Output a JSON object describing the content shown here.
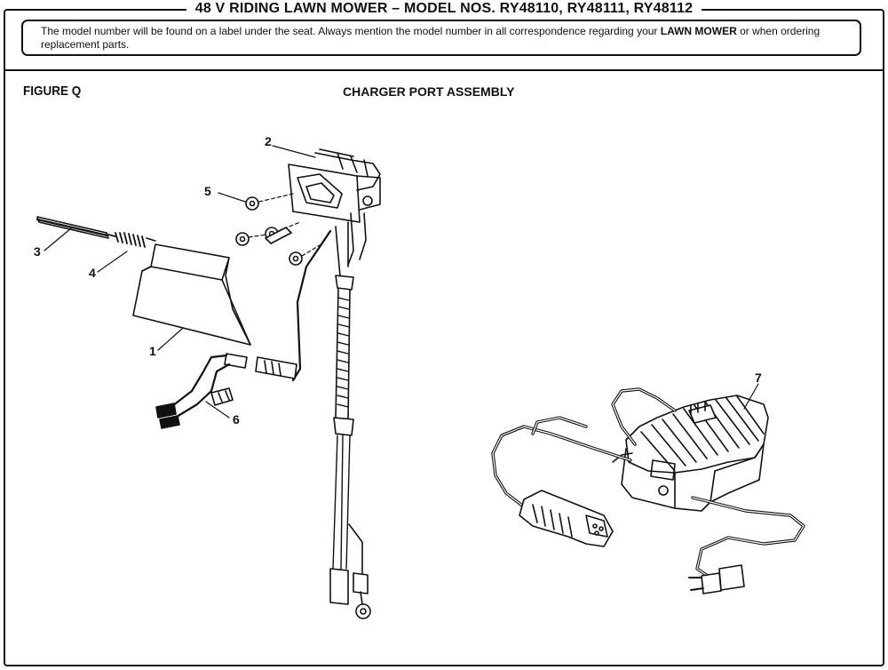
{
  "header": {
    "title": "48 V RIDING LAWN MOWER – MODEL NOS. RY48110, RY48111, RY48112"
  },
  "notice": {
    "text_before": "The model number will be found on a label under the seat. Always mention the model number in all correspondence regarding your ",
    "emphasis": "LAWN MOWER",
    "text_after": " or when ordering replacement parts."
  },
  "figure": {
    "label": "FIGURE Q",
    "title": "CHARGER PORT ASSEMBLY"
  },
  "callouts": {
    "c1": "1",
    "c2": "2",
    "c3": "3",
    "c4": "4",
    "c5": "5",
    "c6": "6",
    "c7": "7"
  }
}
